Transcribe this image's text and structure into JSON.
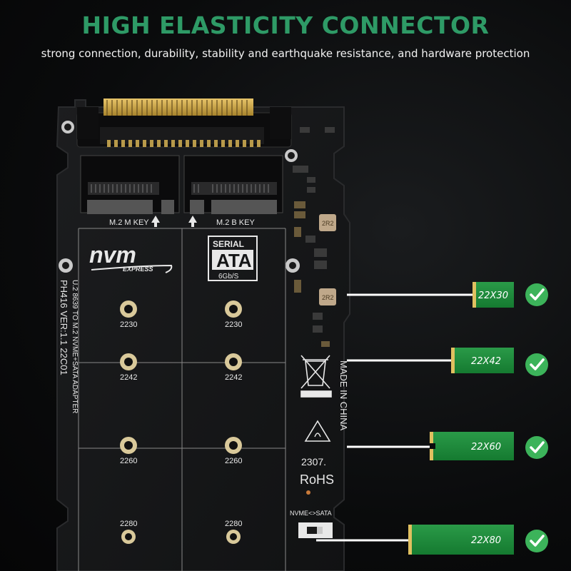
{
  "header": {
    "title": "HIGH ELASTICITY CONNECTOR",
    "subtitle": "strong connection, durability, stability and earthquake resistance, and hardware protection"
  },
  "board": {
    "slot_m_label": "M.2 M KEY",
    "slot_b_label": "M.2 B KEY",
    "nvm_logo": "nvm",
    "nvm_express": "EXPRESS",
    "sata_serial": "SERIAL",
    "sata_ata": "ATA",
    "sata_speed": "6Gb/S",
    "model": "PH416   VER:1.1   22C01",
    "description": "U.2 8639 TO M.2 NVME+SATA ADAPTER",
    "hole_labels": [
      "2230",
      "2242",
      "2260",
      "2280"
    ],
    "made_in": "MADE IN CHINA",
    "date_code": "2307.",
    "rohs": "RoHS",
    "switch_label": "NVME<>SATA",
    "inductor_label": "2R2"
  },
  "cards": [
    {
      "label": "22X30"
    },
    {
      "label": "22X42"
    },
    {
      "label": "22X60"
    },
    {
      "label": "22X80"
    }
  ],
  "colors": {
    "accent": "#2e9a66",
    "pcb": "#151617",
    "card_green": "#1e8a3c",
    "check_green": "#3cb35a"
  }
}
